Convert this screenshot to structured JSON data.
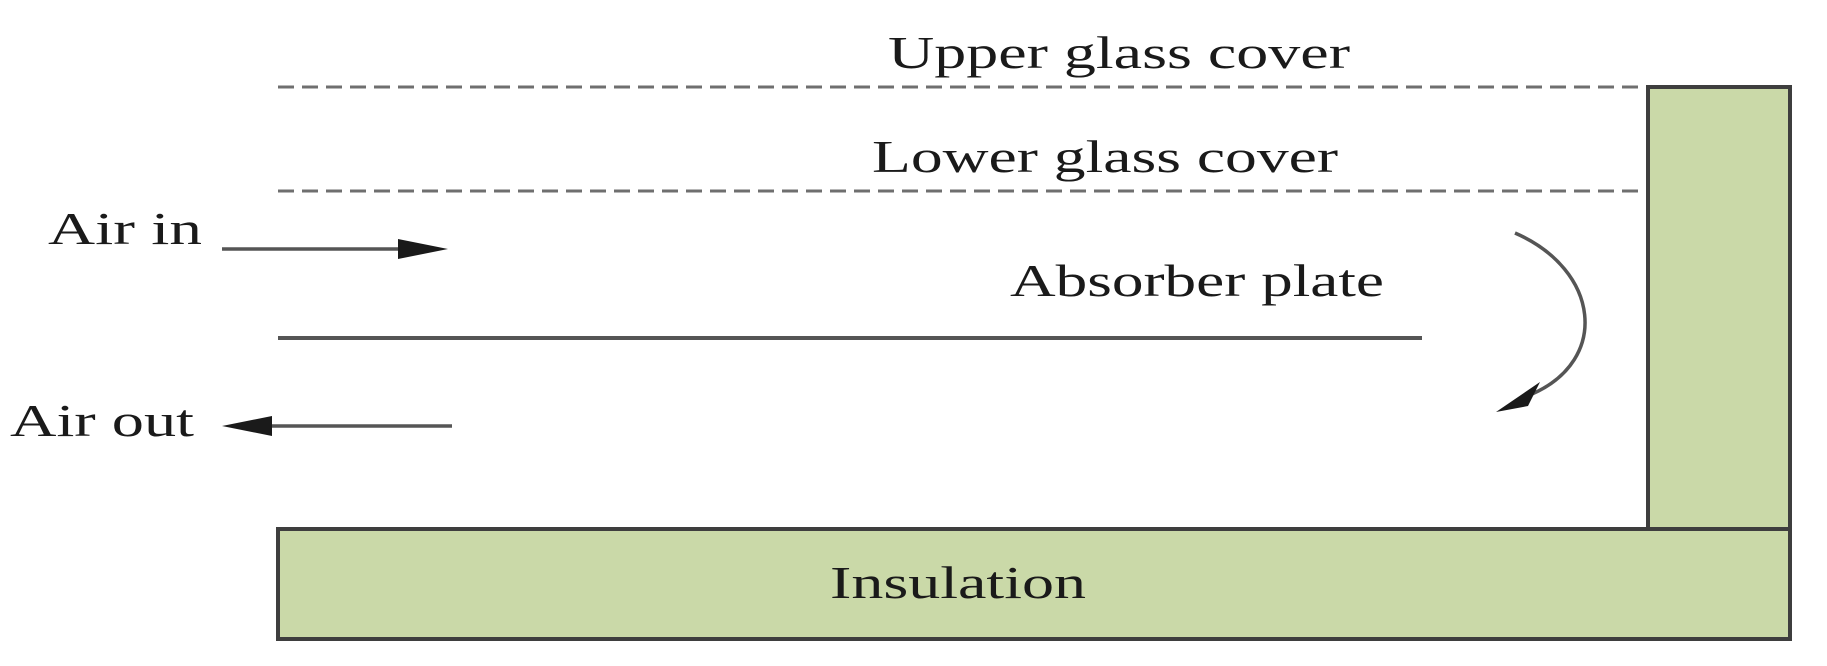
{
  "diagram": {
    "labels": {
      "upper_glass_cover": "Upper glass cover",
      "lower_glass_cover": "Lower glass cover",
      "air_in": "Air in",
      "absorber_plate": "Absorber plate",
      "air_out": "Air out",
      "insulation": "Insulation"
    },
    "colors": {
      "insulation_fill": "#cad9a8",
      "line": "#555555",
      "text": "#1a1a1a"
    }
  }
}
